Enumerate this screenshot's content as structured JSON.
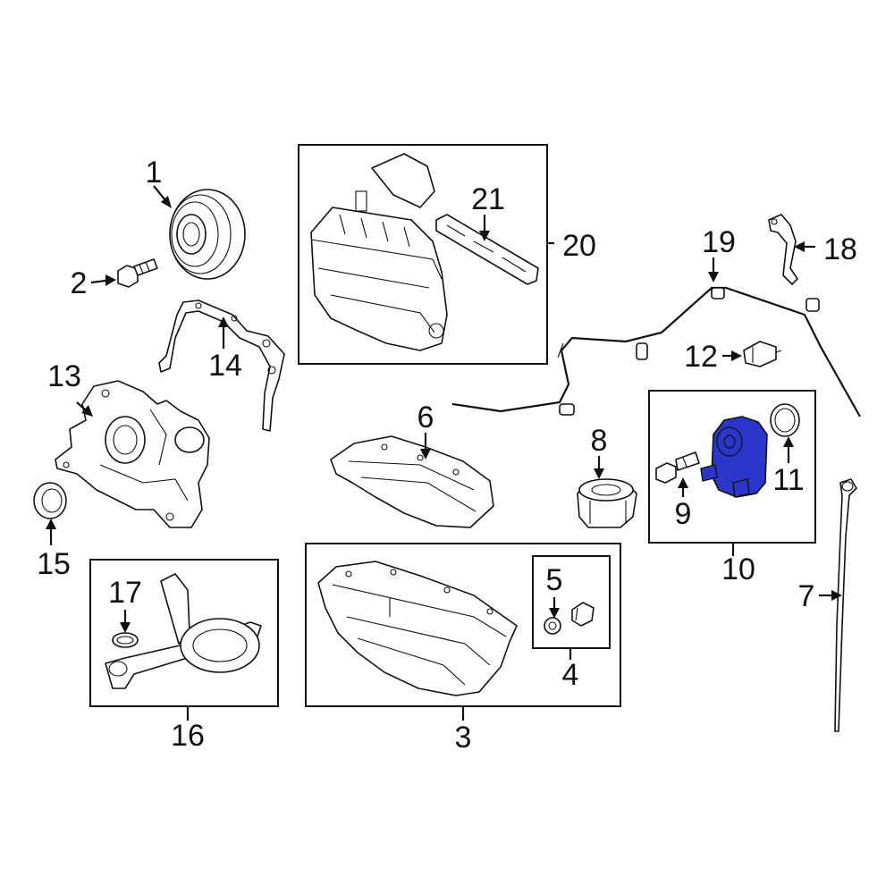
{
  "colors": {
    "line": "#111111",
    "background": "#ffffff",
    "highlight": "#2936c9"
  },
  "callouts": [
    {
      "id": "1",
      "text": "1"
    },
    {
      "id": "2",
      "text": "2"
    },
    {
      "id": "3",
      "text": "3"
    },
    {
      "id": "4",
      "text": "4"
    },
    {
      "id": "5",
      "text": "5"
    },
    {
      "id": "6",
      "text": "6"
    },
    {
      "id": "7",
      "text": "7"
    },
    {
      "id": "8",
      "text": "8"
    },
    {
      "id": "9",
      "text": "9"
    },
    {
      "id": "10",
      "text": "10"
    },
    {
      "id": "11",
      "text": "11"
    },
    {
      "id": "12",
      "text": "12"
    },
    {
      "id": "13",
      "text": "13"
    },
    {
      "id": "14",
      "text": "14"
    },
    {
      "id": "15",
      "text": "15"
    },
    {
      "id": "16",
      "text": "16"
    },
    {
      "id": "17",
      "text": "17"
    },
    {
      "id": "18",
      "text": "18"
    },
    {
      "id": "19",
      "text": "19"
    },
    {
      "id": "20",
      "text": "20"
    },
    {
      "id": "21",
      "text": "21"
    }
  ],
  "highlighted_part": "10"
}
